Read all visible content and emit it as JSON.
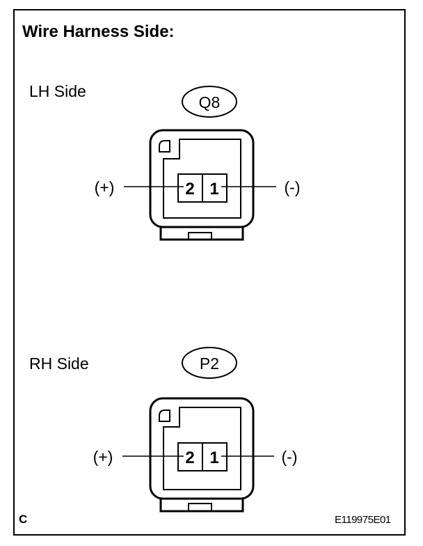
{
  "title": "Wire Harness Side:",
  "connectors": [
    {
      "side_label": "LH Side",
      "id": "Q8",
      "pins": [
        {
          "number": "2",
          "polarity": "(+)"
        },
        {
          "number": "1",
          "polarity": "(-)"
        }
      ]
    },
    {
      "side_label": "RH Side",
      "id": "P2",
      "pins": [
        {
          "number": "2",
          "polarity": "(+)"
        },
        {
          "number": "1",
          "polarity": "(-)"
        }
      ]
    }
  ],
  "footer": {
    "left_mark": "C",
    "figure_code": "E119975E01"
  }
}
